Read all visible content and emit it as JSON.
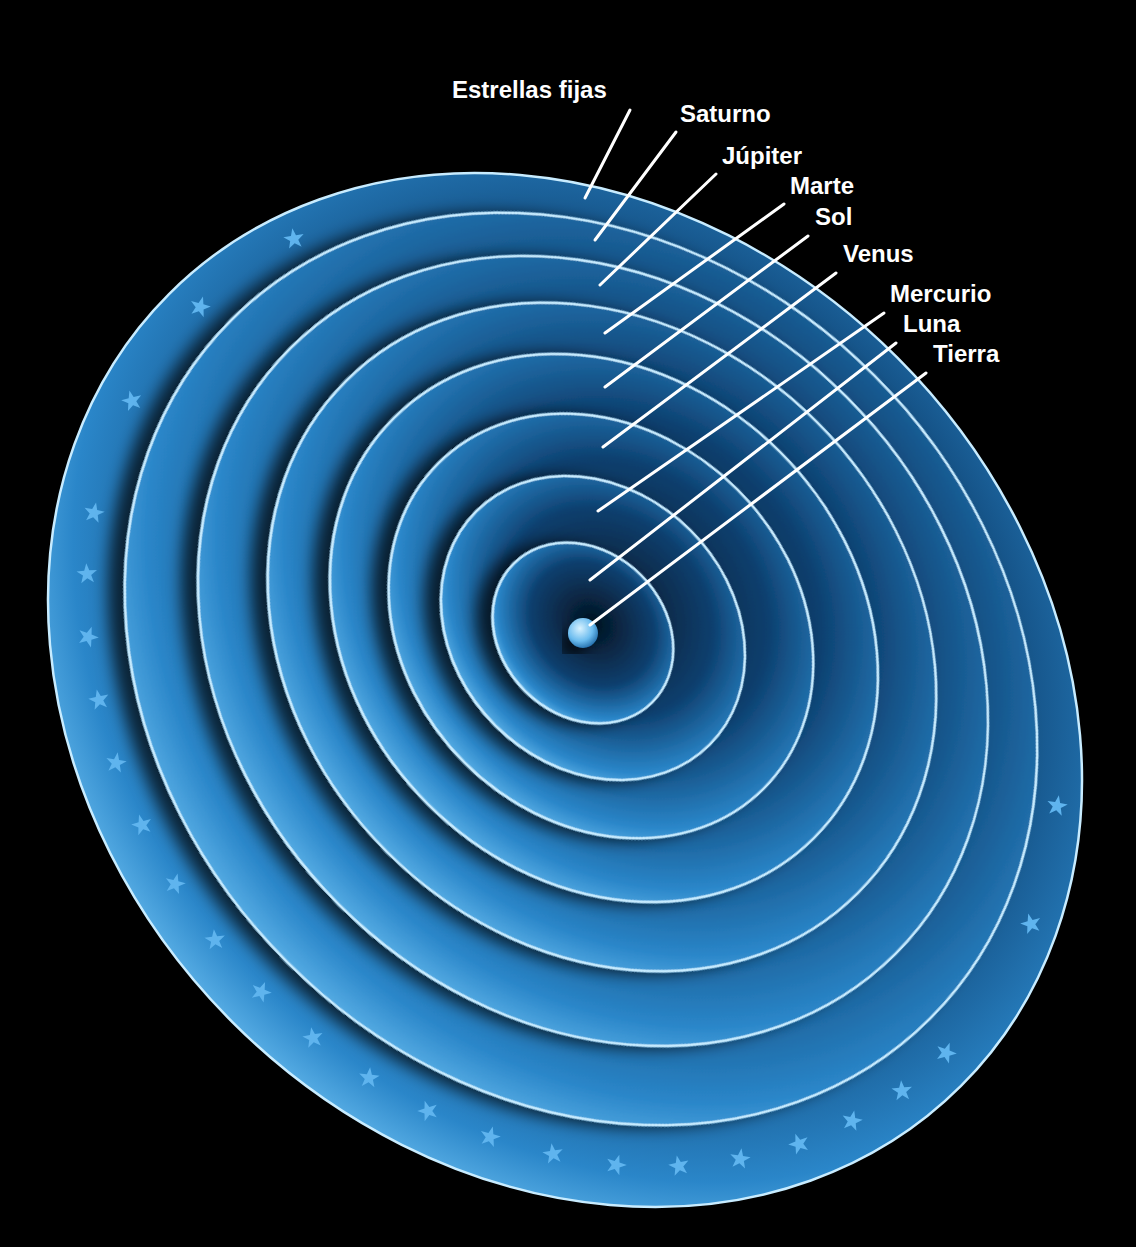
{
  "diagram": {
    "labels": [
      "Estrellas fijas",
      "Saturno",
      "Júpiter",
      "Marte",
      "Sol",
      "Venus",
      "Mercurio",
      "Luna",
      "Tierra"
    ]
  }
}
